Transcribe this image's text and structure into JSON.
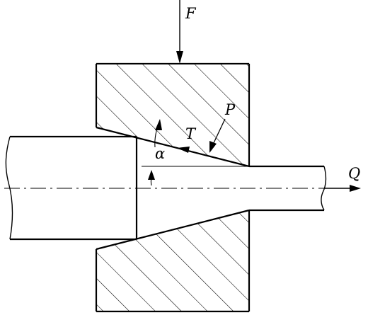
{
  "labels": {
    "force_f": "F",
    "friction_t": "T",
    "pressure_p": "P",
    "angle_alpha": "α",
    "pull_q": "Q"
  },
  "colors": {
    "ink": "#000000",
    "paper": "#ffffff"
  }
}
